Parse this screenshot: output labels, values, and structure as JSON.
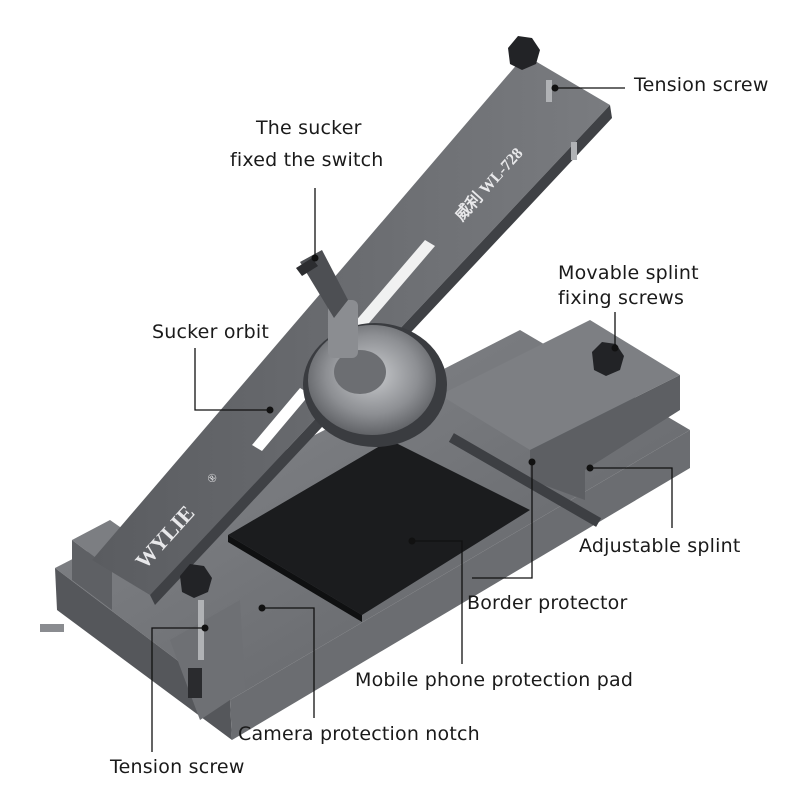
{
  "product": {
    "brand_mark": "WYLIE",
    "registered_symbol": "®",
    "model_mark": "威利 WL-728"
  },
  "labels": {
    "tension_screw_top": "Tension screw",
    "sucker_switch_line1": "The sucker",
    "sucker_switch_line2": "fixed the switch",
    "movable_splint_line1": "Movable splint",
    "movable_splint_line2": "fixing screws",
    "sucker_orbit": "Sucker orbit",
    "adjustable_splint": "Adjustable splint",
    "border_protector": "Border protector",
    "phone_pad": "Mobile phone protection pad",
    "camera_notch": "Camera protection notch",
    "tension_screw_bottom": "Tension screw"
  },
  "colors": {
    "metal_dark": "#4a4c50",
    "metal_mid": "#6f7176",
    "metal_light": "#9a9ca0",
    "pad": "#1b1c1e",
    "knob": "#222326",
    "leader": "#111111",
    "text": "#1a1a1a"
  }
}
